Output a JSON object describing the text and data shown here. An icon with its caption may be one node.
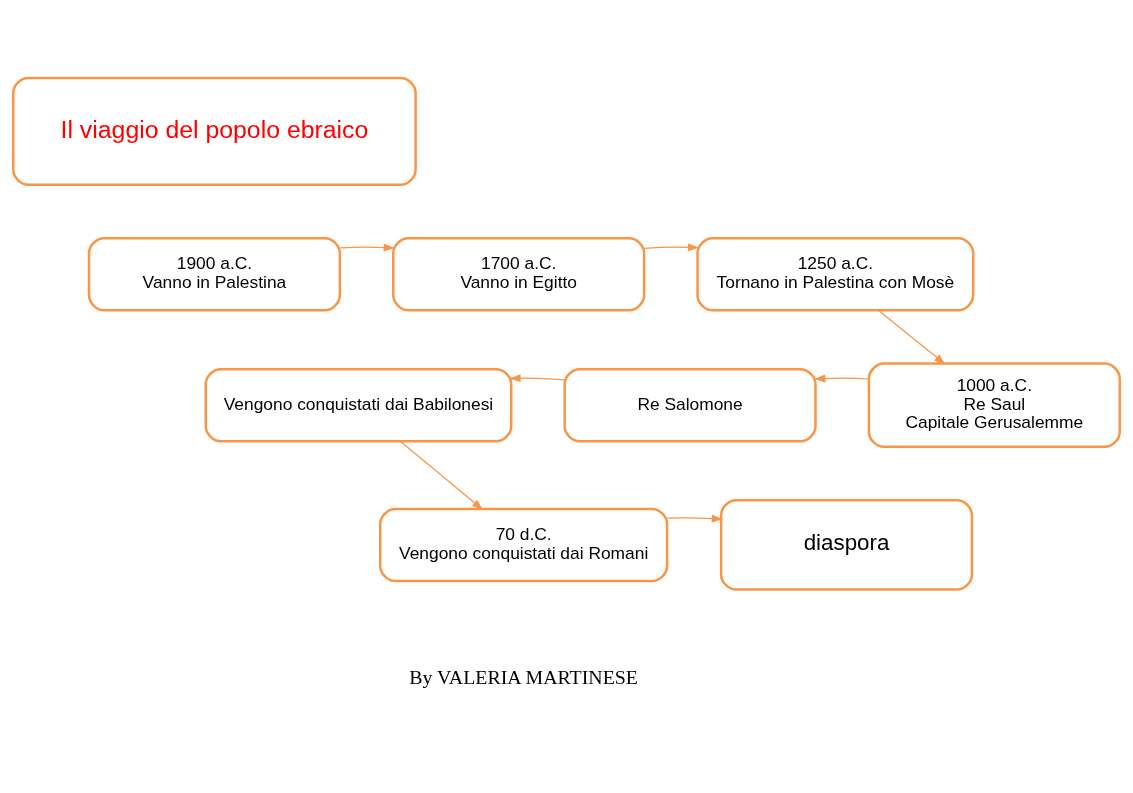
{
  "diagram": {
    "nodes": [
      {
        "text": [
          "Il viaggio del popolo ebraico"
        ]
      },
      {
        "text": [
          "1900 a.C.",
          "Vanno in Palestina"
        ]
      },
      {
        "text": [
          "1700 a.C.",
          "Vanno in Egitto"
        ]
      },
      {
        "text": [
          "1250 a.C.",
          "Tornano in Palestina con Mosè"
        ]
      },
      {
        "text": [
          "Vengono conquistati dai Babilonesi"
        ]
      },
      {
        "text": [
          "Re Salomone"
        ]
      },
      {
        "text": [
          "1000 a.C.",
          "Re Saul",
          "Capitale Gerusalemme"
        ]
      },
      {
        "text": [
          "70 d.C.",
          "Vengono conquistati dai Romani"
        ]
      },
      {
        "text": [
          "diaspora"
        ]
      }
    ],
    "edges": [
      {
        "from": 1,
        "to": 2,
        "arrow": "to"
      },
      {
        "from": 2,
        "to": 3,
        "arrow": "to"
      },
      {
        "from": 3,
        "to": 6,
        "arrow": "to"
      },
      {
        "from": 6,
        "to": 5,
        "arrow": "to"
      },
      {
        "from": 5,
        "to": 4,
        "arrow": "to"
      },
      {
        "from": 4,
        "to": 7,
        "arrow": "to"
      },
      {
        "from": 7,
        "to": 8,
        "arrow": "to"
      }
    ],
    "labels": [
      "By VALERIA MARTINESE"
    ]
  }
}
